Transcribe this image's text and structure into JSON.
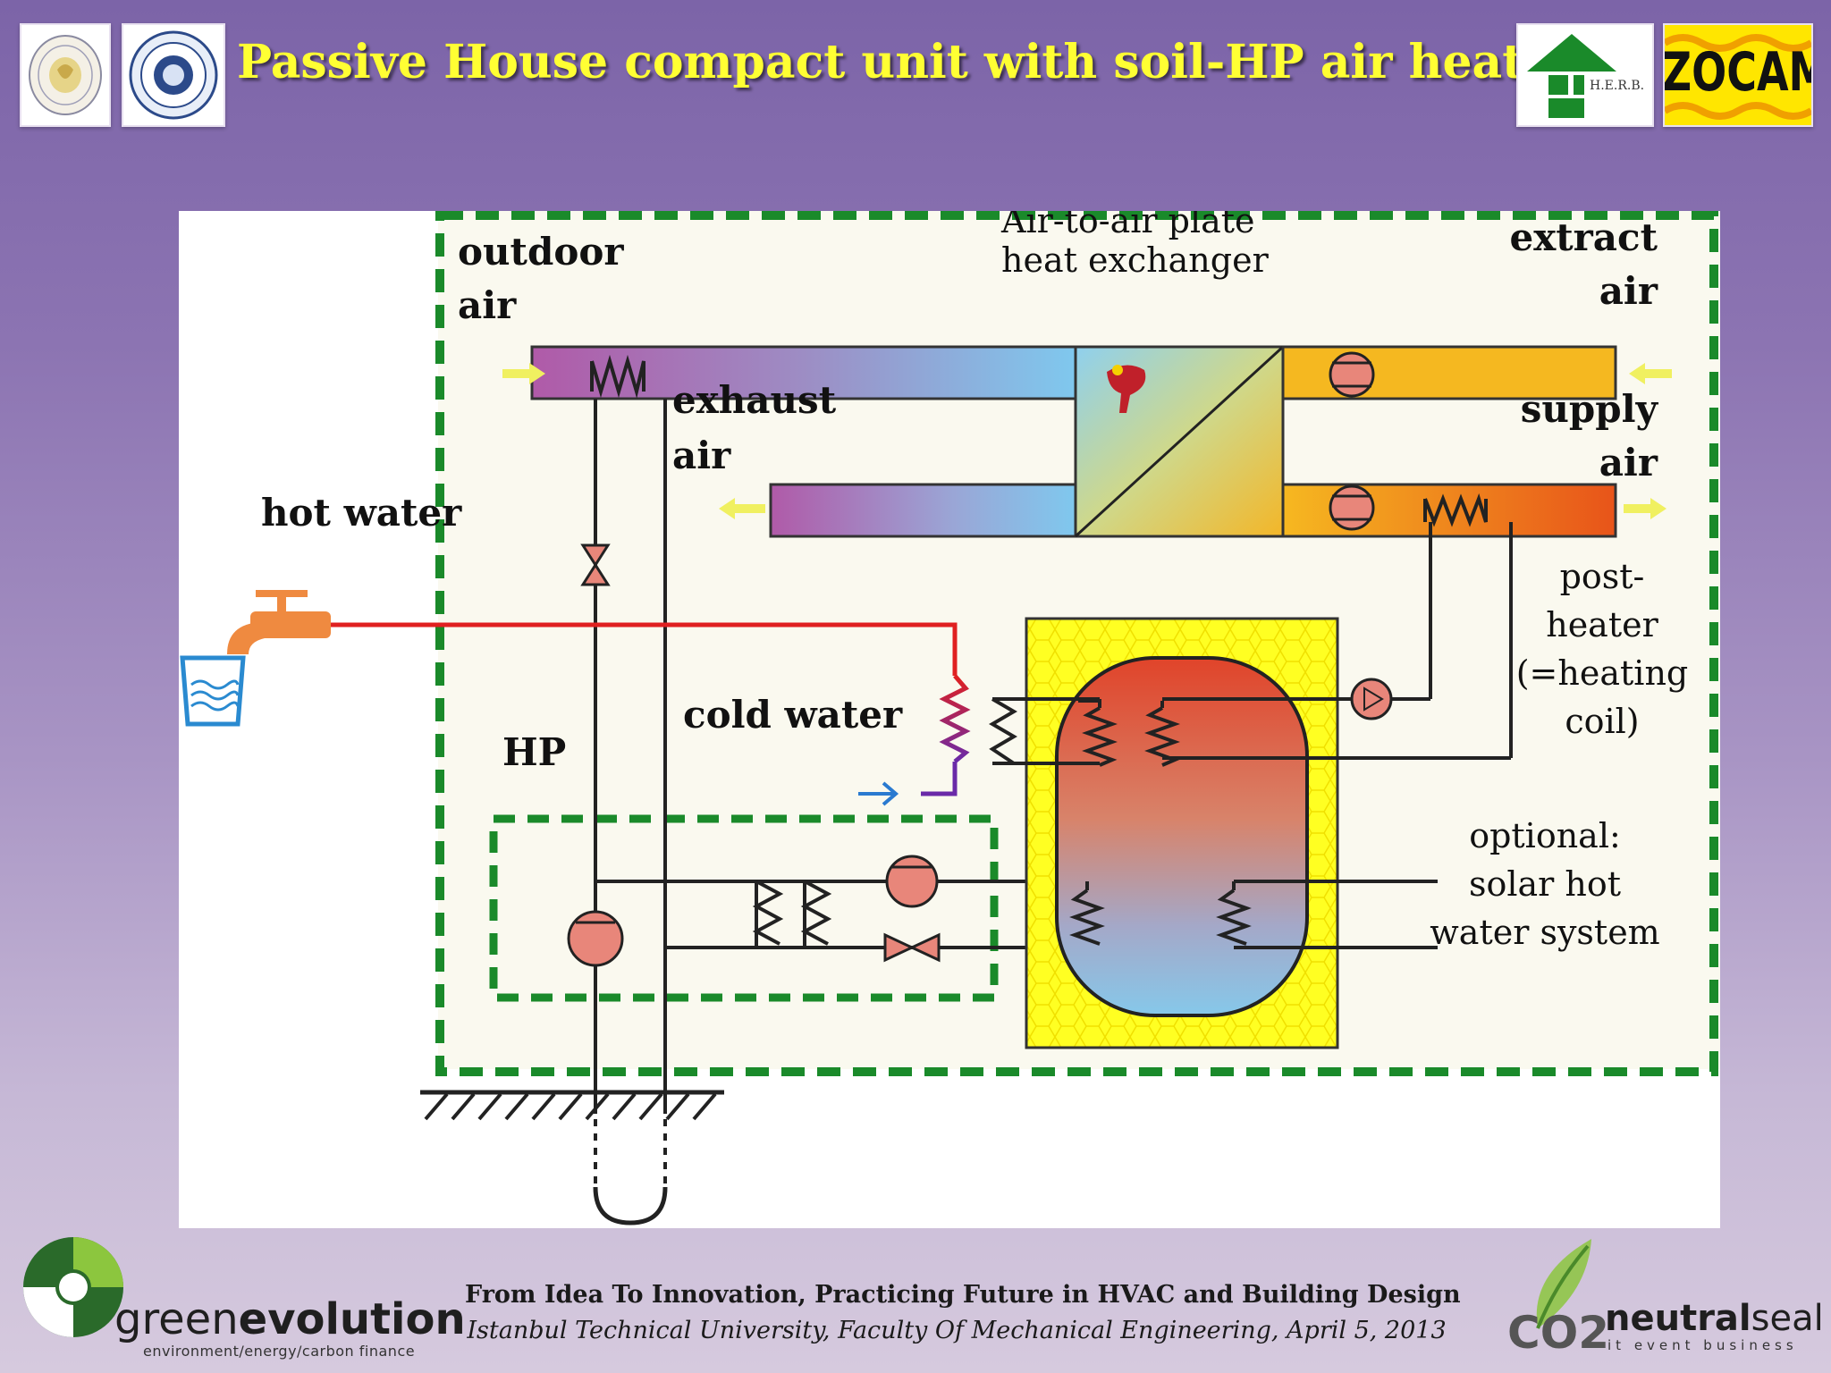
{
  "slide": {
    "title": "Passive House compact unit with soil-HP air heating"
  },
  "logos": {
    "herb_text": "H.E.R.B.",
    "izocam_text": "İZOCAM",
    "greenevolution_light": "green",
    "greenevolution_bold": "evolution",
    "greenevolution_tagline": "environment/energy/carbon finance",
    "co2_text": "CO2",
    "neutralseal_bold": "neutral",
    "neutralseal_light": "seal",
    "neutralseal_tagline": "it event business"
  },
  "diagram": {
    "labels": {
      "outdoor_air_1": "outdoor",
      "outdoor_air_2": "air",
      "heat_exchanger_1": "Air-to-air plate",
      "heat_exchanger_2": "heat exchanger",
      "extract_air_1": "extract",
      "extract_air_2": "air",
      "exhaust_air_1": "exhaust",
      "exhaust_air_2": "air",
      "supply_air_1": "supply",
      "supply_air_2": "air",
      "hot_water": "hot water",
      "post_heater_1": "post-",
      "post_heater_2": "heater",
      "post_heater_3": "(=heating",
      "post_heater_4": "coil)",
      "cold_water": "cold water",
      "hp": "HP",
      "optional_1": "optional:",
      "optional_2": "solar hot",
      "optional_3": "water system"
    },
    "colors": {
      "boundary": "#1a8a2a",
      "hot_pipe": "#e02020",
      "storage_insulation": "#ffff22",
      "arrow": "#f0f060"
    }
  },
  "footer": {
    "line1": "From Idea To Innovation,  Practicing Future in HVAC and Building Design",
    "line2": "Istanbul Technical University, Faculty Of Mechanical Engineering, April 5, 2013"
  }
}
